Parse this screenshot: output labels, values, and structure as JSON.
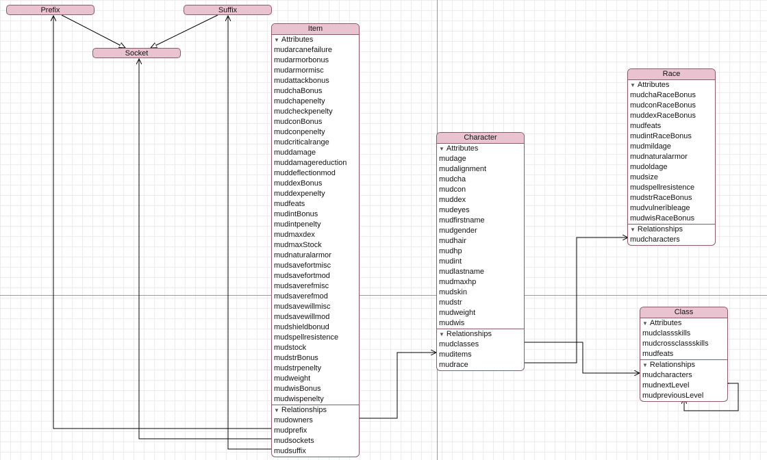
{
  "section_labels": {
    "attributes": "Attributes",
    "relationships": "Relationships"
  },
  "entities": {
    "prefix": {
      "name": "Prefix"
    },
    "suffix": {
      "name": "Suffix"
    },
    "socket": {
      "name": "Socket"
    },
    "item": {
      "name": "Item",
      "attributes": [
        "mudarcanefailure",
        "mudarmorbonus",
        "mudarmormisc",
        "mudattackbonus",
        "mudchaBonus",
        "mudchapenelty",
        "mudcheckpenelty",
        "mudconBonus",
        "mudconpenelty",
        "mudcriticalrange",
        "muddamage",
        "muddamagereduction",
        "muddeflectionmod",
        "muddexBonus",
        "muddexpenelty",
        "mudfeats",
        "mudintBonus",
        "mudintpenelty",
        "mudmaxdex",
        "mudmaxStock",
        "mudnaturalarmor",
        "mudsavefortmisc",
        "mudsavefortmod",
        "mudsaverefmisc",
        "mudsaverefmod",
        "mudsavewillmisc",
        "mudsavewillmod",
        "mudshieldbonud",
        "mudspellresistence",
        "mudstock",
        "mudstrBonus",
        "mudstrpenelty",
        "mudweight",
        "mudwisBonus",
        "mudwispenelty"
      ],
      "relationships": [
        "mudowners",
        "mudprefix",
        "mudsockets",
        "mudsuffix"
      ]
    },
    "character": {
      "name": "Character",
      "attributes": [
        "mudage",
        "mudalignment",
        "mudcha",
        "mudcon",
        "muddex",
        "mudeyes",
        "mudfirstname",
        "mudgender",
        "mudhair",
        "mudhp",
        "mudint",
        "mudlastname",
        "mudmaxhp",
        "mudskin",
        "mudstr",
        "mudweight",
        "mudwis"
      ],
      "relationships": [
        "mudclasses",
        "muditems",
        "mudrace"
      ]
    },
    "race": {
      "name": "Race",
      "attributes": [
        "mudchaRaceBonus",
        "mudconRaceBonus",
        "muddexRaceBonus",
        "mudfeats",
        "mudintRaceBonus",
        "mudmildage",
        "mudnaturalarmor",
        "mudoldage",
        "mudsize",
        "mudspellresistence",
        "mudstrRaceBonus",
        "mudvulnerībleage",
        "mudwisRaceBonus"
      ],
      "relationships": [
        "mudcharacters"
      ]
    },
    "class": {
      "name": "Class",
      "attributes": [
        "mudclassskills",
        "mudcrossclassskills",
        "mudfeats"
      ],
      "relationships": [
        "mudcharacters",
        "mudnextLevel",
        "mudpreviousLevel"
      ]
    }
  },
  "colors": {
    "header": "#e9c3cf",
    "border": "#8a5a6a",
    "wire": "#000000"
  }
}
